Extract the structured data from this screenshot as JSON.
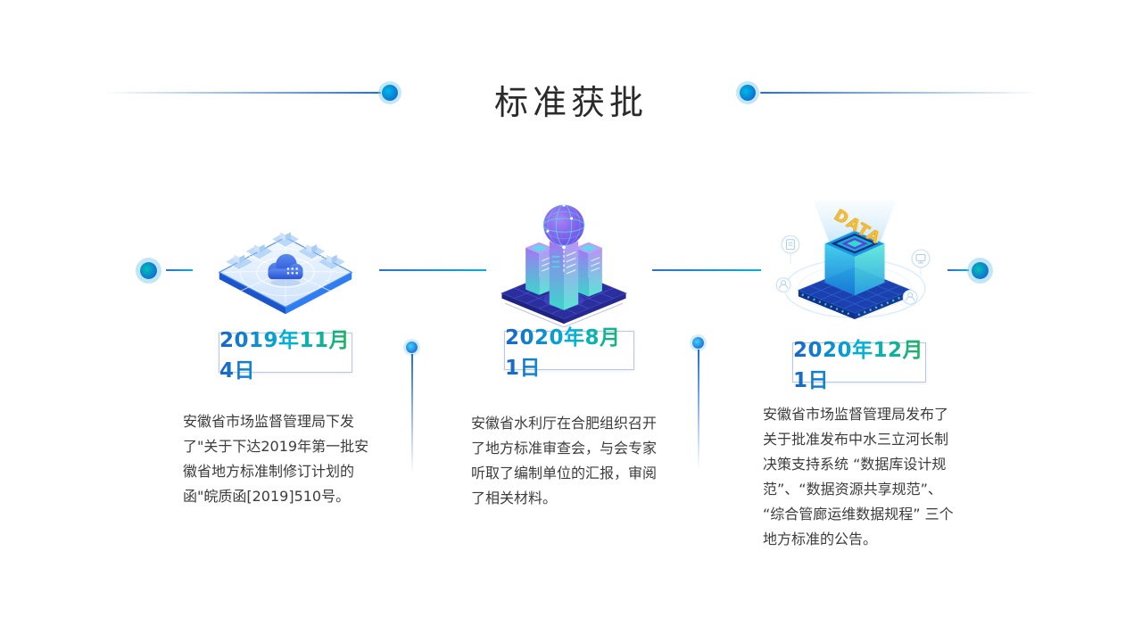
{
  "slide": {
    "title": "标准获批"
  },
  "colors": {
    "accent_blue": "#1d6fe8",
    "timeline_cyan": "#00b0e0",
    "date_gradient": [
      "#1a64c8",
      "#00b2dc",
      "#21b259"
    ],
    "badge_border": "#b9c7e2",
    "title_text": "#2b2b2b",
    "body_text": "#3c3c3c"
  },
  "timeline": {
    "items": [
      {
        "id": "milestone-1",
        "date": "2019年11月4日",
        "description": "安徽省市场监督管理局下发了\"关于下达2019年第一批安徽省地方标准制修订计划的函\"皖质函[2019]510号。",
        "illustration": "cloud-platform-illustration"
      },
      {
        "id": "milestone-2",
        "date": "2020年8月1日",
        "description": "安徽省水利厅在合肥组织召开了地方标准审查会，与会专家听取了编制单位的汇报，审阅了相关材料。",
        "illustration": "server-globe-illustration"
      },
      {
        "id": "milestone-3",
        "date": "2020年12月1日",
        "description": "安徽省市场监督管理局发布了关于批准发布中水三立河长制决策支持系统 “数据库设计规范”、“数据资源共享规范”、 “综合管廊运维数据规程” 三个地方标准的公告。",
        "illustration": "data-box-illustration"
      }
    ]
  }
}
